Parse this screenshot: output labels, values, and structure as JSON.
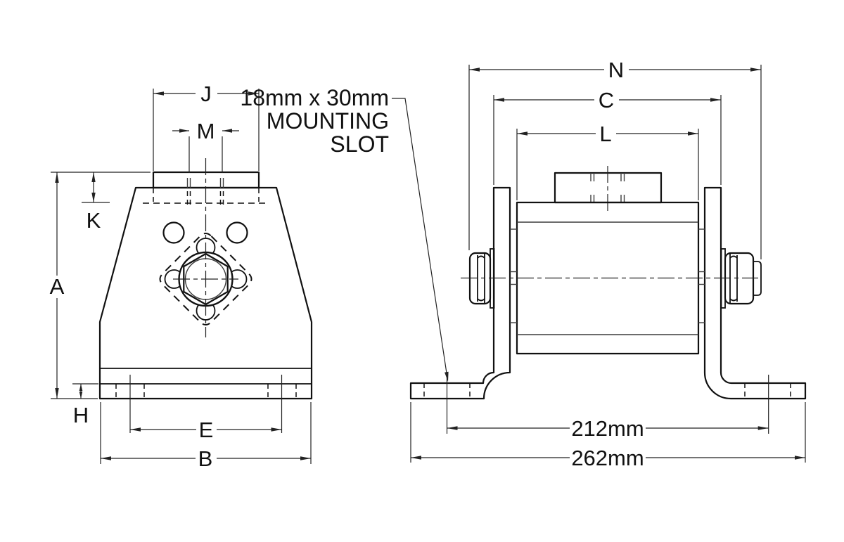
{
  "drawing_type": "engine mount technical drawing, front and side views",
  "colors": {
    "line": "#111111",
    "thin_line": "#3c3c3c",
    "background": "#ffffff"
  },
  "annotation": {
    "line1": "18mm x 30mm",
    "line2": "MOUNTING",
    "line3": "SLOT"
  },
  "front_view": {
    "labels": {
      "J": "J",
      "M": "M",
      "K": "K",
      "A": "A",
      "H": "H",
      "E": "E",
      "B": "B"
    }
  },
  "side_view": {
    "labels": {
      "N": "N",
      "C": "C",
      "L": "L"
    },
    "measurements": {
      "slot_centers": "212mm",
      "overall": "262mm"
    }
  }
}
